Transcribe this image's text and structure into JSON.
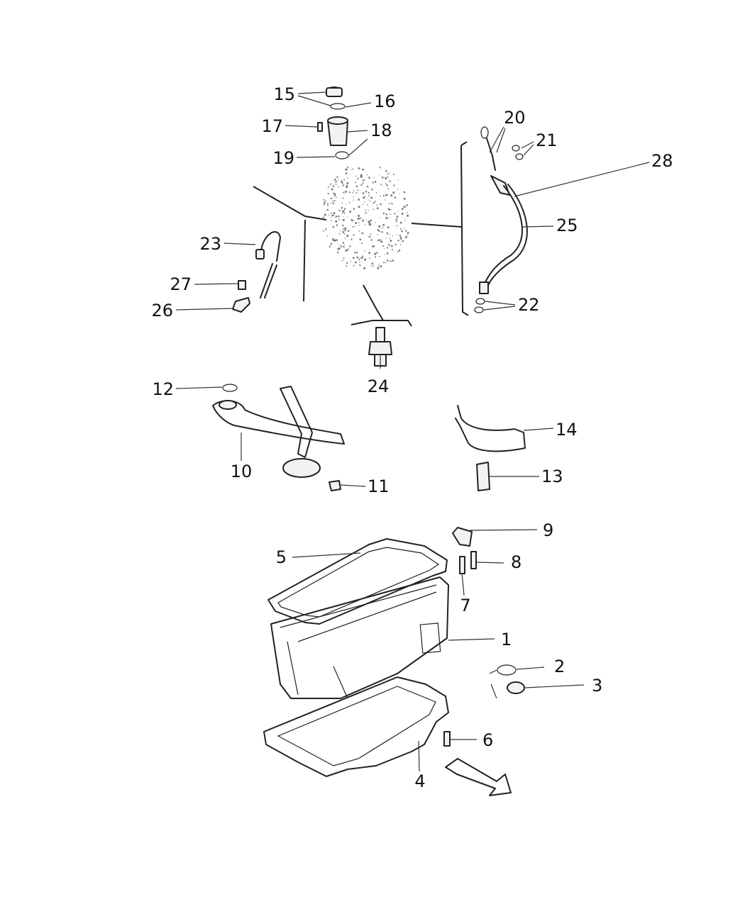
{
  "callouts": {
    "c1": "1",
    "c2": "2",
    "c3": "3",
    "c4": "4",
    "c5": "5",
    "c6": "6",
    "c7": "7",
    "c8": "8",
    "c9": "9",
    "c10": "10",
    "c11": "11",
    "c12": "12",
    "c13": "13",
    "c14": "14",
    "c15": "15",
    "c16": "16",
    "c17": "17",
    "c18": "18",
    "c19": "19",
    "c20": "20",
    "c21": "21",
    "c22": "22",
    "c23": "23",
    "c24": "24",
    "c25": "25",
    "c26": "26",
    "c27": "27",
    "c28": "28"
  },
  "icons": {
    "engine": "engine-block-outline",
    "direction": "front-direction-arrow-icon"
  }
}
